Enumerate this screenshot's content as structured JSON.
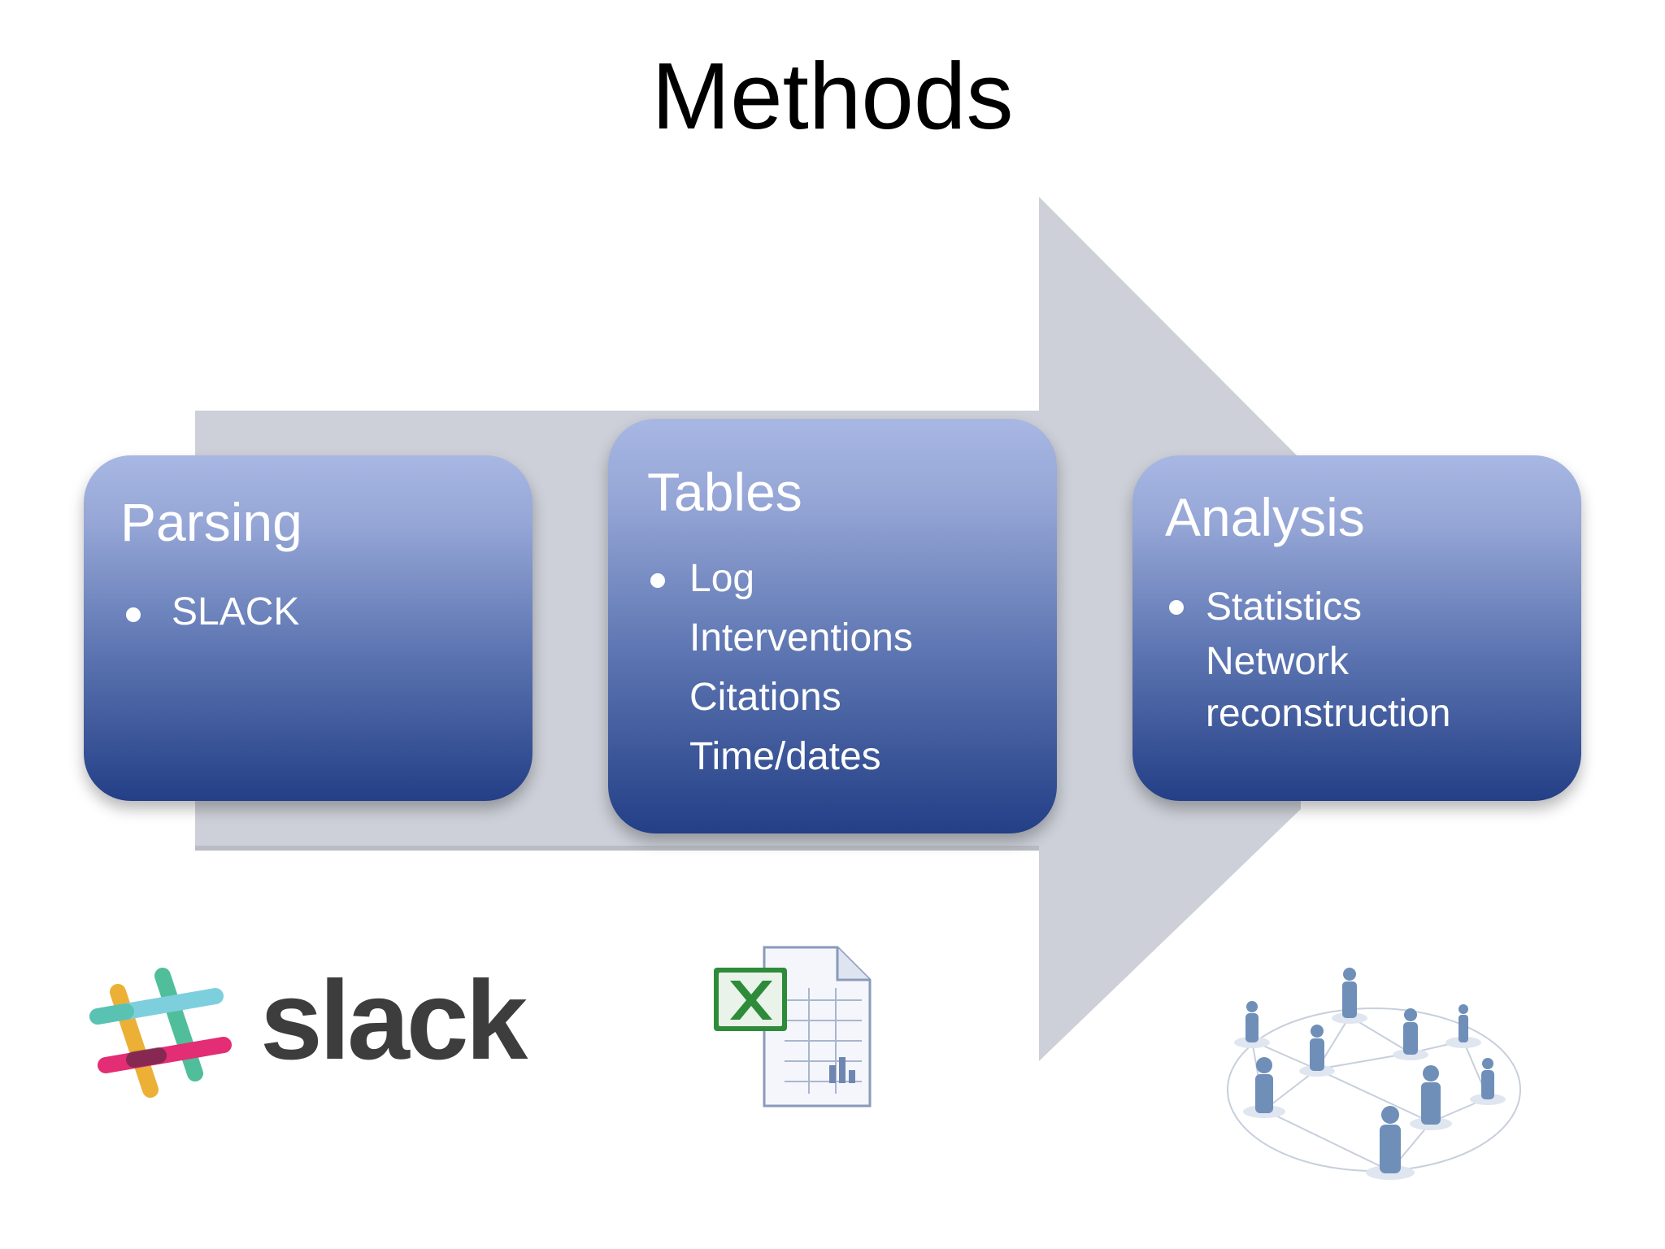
{
  "slide": {
    "title": "Methods"
  },
  "steps": [
    {
      "title": "Parsing",
      "bullet": "SLACK",
      "lines": []
    },
    {
      "title": "Tables",
      "bullet": "Log",
      "lines": [
        "Interventions",
        "Citations",
        "Time/dates"
      ]
    },
    {
      "title": "Analysis",
      "bullet": "Statistics",
      "lines": [
        "Network",
        "reconstruction"
      ]
    }
  ],
  "logos": {
    "slack_wordmark": "slack"
  },
  "colors": {
    "arrow": "#cdd0d8",
    "card_top": "#a8b7e3",
    "card_bottom": "#233f86",
    "excel_green": "#2e8b3a",
    "people": "#6f8fb8"
  },
  "icons": [
    "slack-logo-icon",
    "excel-spreadsheet-icon",
    "people-network-icon"
  ]
}
